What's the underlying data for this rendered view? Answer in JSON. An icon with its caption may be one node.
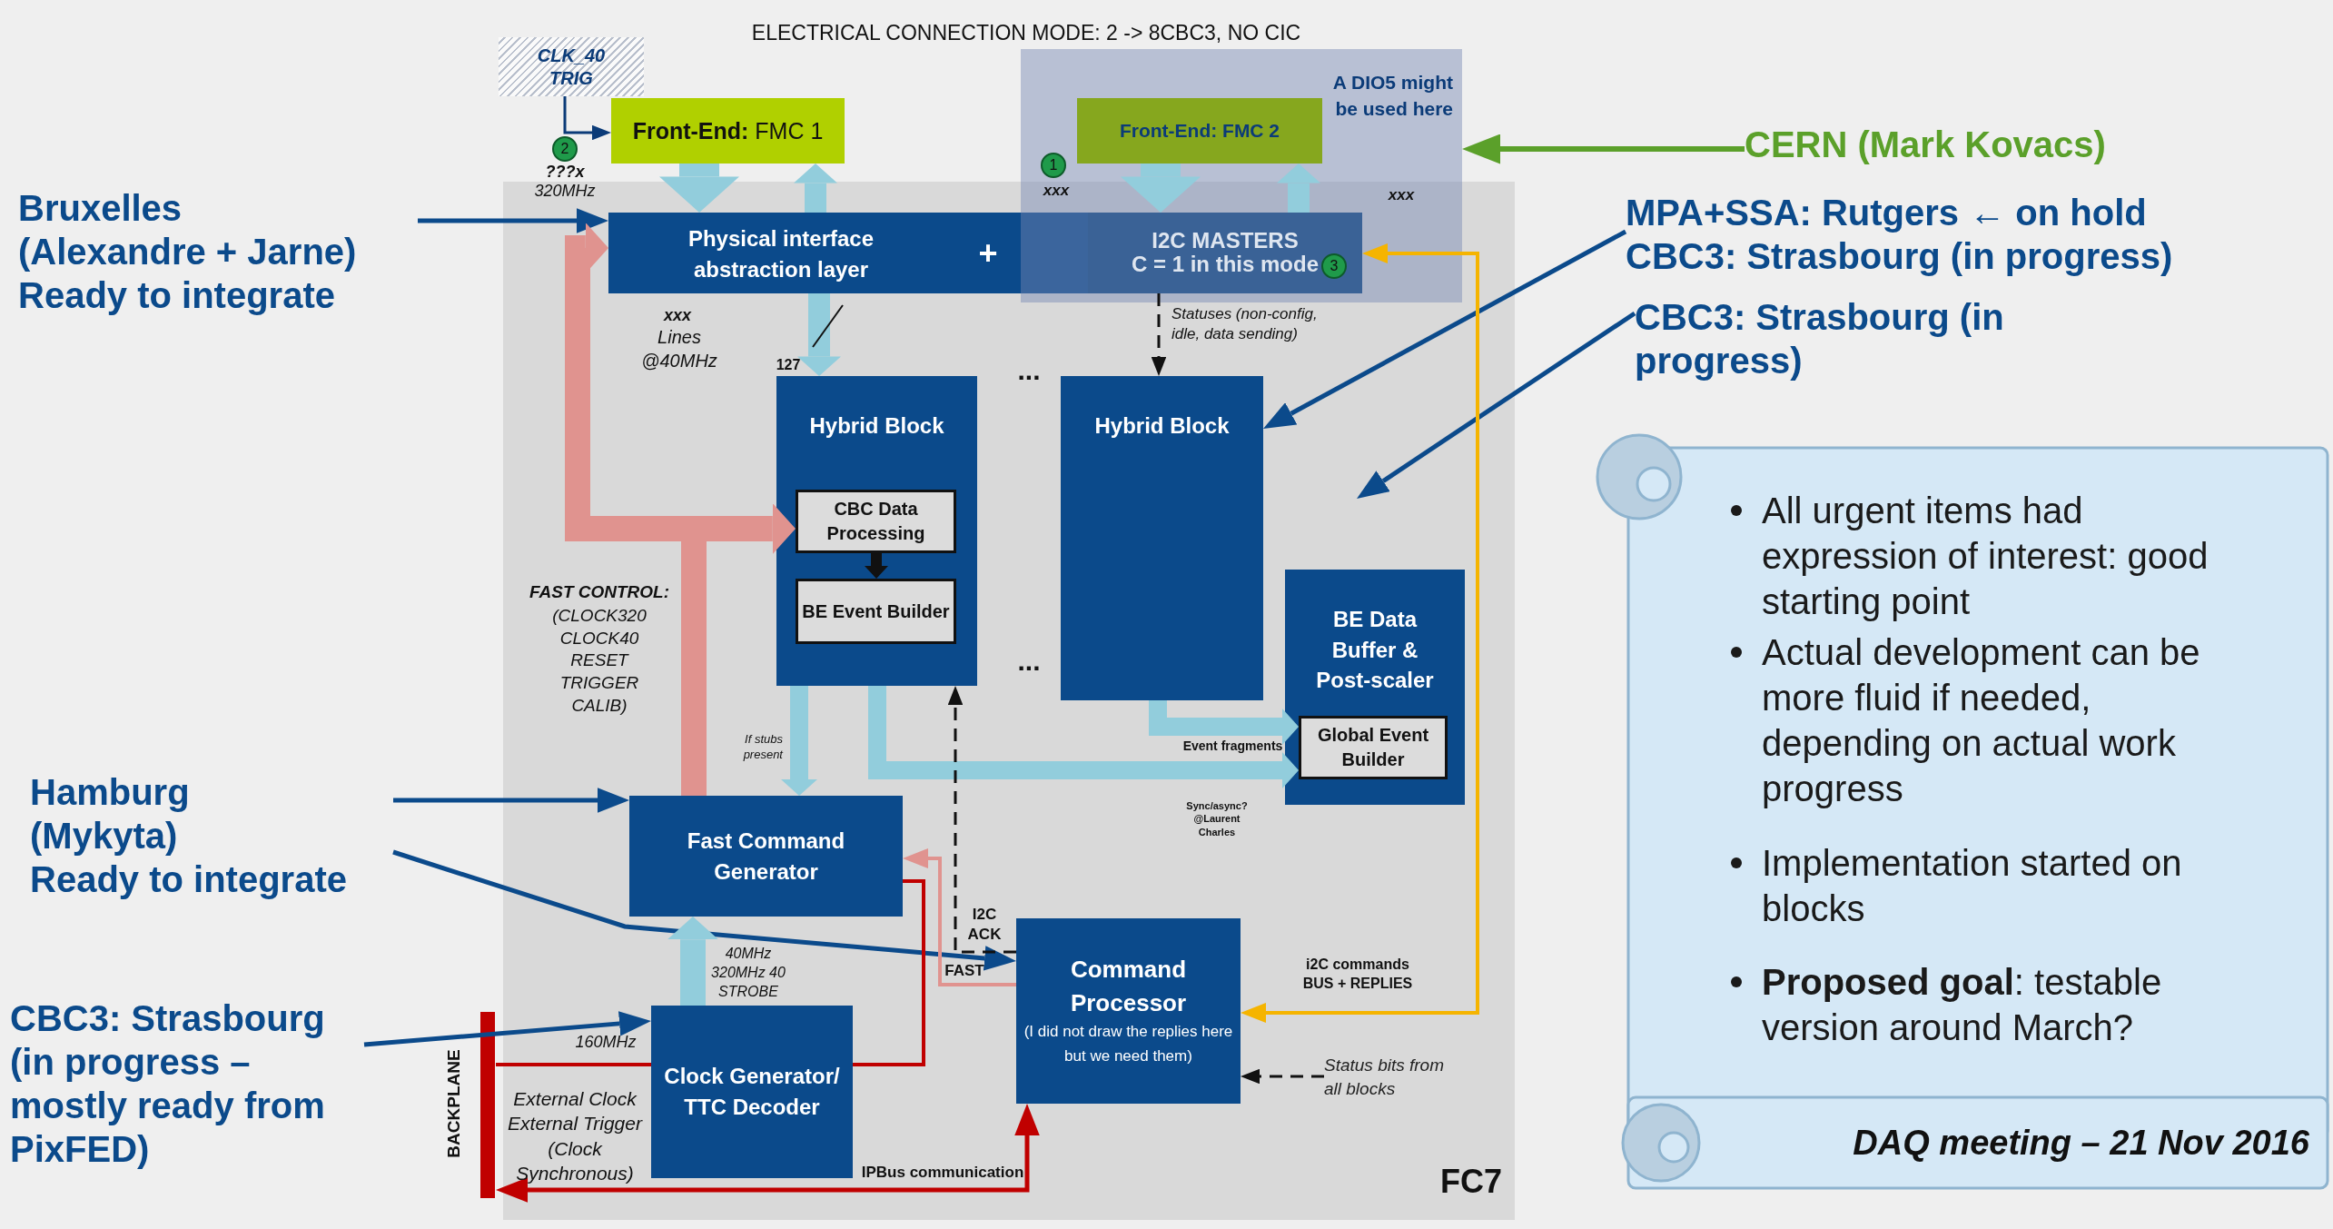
{
  "diagram": {
    "title": "ELECTRICAL CONNECTION MODE: 2 -> 8CBC3, NO CIC",
    "nodes": [
      {
        "text": [
          "FC7"
        ]
      },
      {
        "text": [
          "CLK_40 TRIG"
        ]
      },
      {
        "text": [
          "**Front-End:** FMC 1"
        ]
      },
      {
        "text": [
          "A DIO5 might be used here"
        ]
      },
      {
        "text": [
          "**Front-End:** FMC 2"
        ],
        "in": 3
      },
      {
        "text": [
          "Physical interface abstraction layer",
          "+",
          "I2C MASTERS",
          "C = 1 in this mode"
        ],
        "in": 0
      },
      {
        "text": [
          "Hybrid Block"
        ],
        "in": 0
      },
      {
        "text": [
          "CBC Data Processing"
        ],
        "in": 6
      },
      {
        "text": [
          "BE Event Builder"
        ],
        "in": 6
      },
      {
        "text": [
          "Hybrid Block"
        ],
        "in": 0
      },
      {
        "text": [
          "BE Data Buffer & Post-scaler"
        ],
        "in": 0
      },
      {
        "text": [
          "Global Event Builder"
        ],
        "in": 10
      },
      {
        "text": [
          "Fast Command Generator"
        ],
        "in": 0
      },
      {
        "text": [
          "Clock Generator/ TTC Decoder"
        ],
        "in": 0
      },
      {
        "text": [
          "Command Processor",
          "(I did not draw the replies here but we need them)"
        ],
        "in": 0
      },
      {
        "text": [
          "BACKPLANE"
        ]
      },
      {
        "text": [
          "Bruxelles",
          "(Alexandre + Jarne)",
          "Ready to integrate"
        ]
      },
      {
        "text": [
          "Hamburg",
          "(Mykyta)",
          "Ready to integrate"
        ]
      },
      {
        "text": [
          "CBC3: Strasbourg",
          "(in progress – mostly ready from PixFED)"
        ]
      },
      {
        "text": [
          "CERN (Mark Kovacs)"
        ]
      },
      {
        "text": [
          "MPA+SSA: Rutgers ← on hold",
          "CBC3: Strasbourg (in progress)"
        ]
      },
      {
        "text": [
          "CBC3: Strasbourg (in progress)"
        ]
      },
      {
        "text": [
          "All urgent items had expression of interest: good starting point",
          "Actual development can be more fluid if needed, depending on actual work progress",
          "Implementation started on blocks",
          "**Proposed goal**: testable version around March?",
          "DAQ meeting – 21 Nov 2016"
        ]
      },
      {
        "text": [
          "Status bits from all blocks"
        ],
        "in": 0
      }
    ],
    "edges": [
      {
        "from": 1,
        "to": 2,
        "arrow": "to",
        "color": "#0b3b78"
      },
      {
        "from": 2,
        "to": 5,
        "arrow": "to",
        "style": "thick"
      },
      {
        "from": 5,
        "to": 2,
        "arrow": "to",
        "style": "thick"
      },
      {
        "from": 4,
        "to": 5,
        "arrow": "to",
        "style": "thick"
      },
      {
        "from": 5,
        "to": 4,
        "arrow": "to",
        "style": "thick"
      },
      {
        "from": 16,
        "to": 5,
        "arrow": "to",
        "color": "#0b4a8b"
      },
      {
        "from": 5,
        "to": 6,
        "arrow": "to",
        "style": "thick",
        "label": "127"
      },
      {
        "from": 5,
        "to": 9,
        "arrow": "to",
        "style": "dashed",
        "color": "#111111",
        "label": "Statuses (non-config, idle, data sending)"
      },
      {
        "from": 19,
        "to": 3,
        "arrow": "to",
        "color": "#5ba02a"
      },
      {
        "from": 20,
        "to": 9,
        "arrow": "to",
        "color": "#0b4a8b"
      },
      {
        "from": 21,
        "to": null,
        "arrow": "to",
        "color": "#0b4a8b"
      },
      {
        "from": 12,
        "to": 5,
        "arrow": "to",
        "style": "thick",
        "color": "#e0938f"
      },
      {
        "from": 12,
        "to": 7,
        "arrow": "to",
        "style": "thick",
        "color": "#e0938f"
      },
      {
        "from": 7,
        "to": 8,
        "arrow": "to",
        "style": "thick",
        "color": "#111111"
      },
      {
        "from": 6,
        "to": 12,
        "arrow": "to",
        "style": "thick",
        "label": "If stubs present"
      },
      {
        "from": 6,
        "to": 11,
        "arrow": "to",
        "style": "thick"
      },
      {
        "from": 9,
        "to": 11,
        "arrow": "to",
        "style": "thick",
        "label": "Event fragments"
      },
      {
        "from": 17,
        "to": 12,
        "arrow": "to",
        "color": "#0b4a8b"
      },
      {
        "from": 17,
        "to": 14,
        "arrow": "to",
        "color": "#0b4a8b"
      },
      {
        "from": 18,
        "to": 13,
        "arrow": "to",
        "color": "#0b4a8b",
        "label": "160MHz"
      },
      {
        "from": 13,
        "to": 12,
        "arrow": "to",
        "style": "thick",
        "label": "40MHz 320MHz 40 STROBE"
      },
      {
        "from": 13,
        "to": 12,
        "arrow": "none",
        "color": "#c00000"
      },
      {
        "from": 15,
        "to": 13,
        "arrow": "none",
        "color": "#c00000",
        "label": "External Clock External Trigger (Clock Synchronous)"
      },
      {
        "from": 14,
        "to": 12,
        "arrow": "to",
        "color": "#e0938f",
        "label": "FAST"
      },
      {
        "from": 14,
        "to": 6,
        "arrow": "to",
        "style": "dashed",
        "color": "#111111",
        "label": "I2C ACK"
      },
      {
        "from": 14,
        "to": 5,
        "arrow": "both",
        "color": "#f5b400",
        "label": "i2C commands BUS + REPLIES"
      },
      {
        "from": 23,
        "to": 14,
        "arrow": "to",
        "style": "dashed",
        "color": "#111111"
      },
      {
        "from": 14,
        "to": 15,
        "arrow": "both",
        "color": "#c00000",
        "label": "IPBus communication"
      }
    ],
    "labels": [
      "2",
      "???x",
      "320MHz",
      "1",
      "xxx",
      "xxx",
      "3",
      "xxx",
      "Lines @40MHz",
      "...",
      "...",
      "FAST CONTROL:",
      "(CLOCK320 CLOCK40 RESET TRIGGER CALIB)",
      "Sync/async? @Laurent Charles"
    ]
  }
}
